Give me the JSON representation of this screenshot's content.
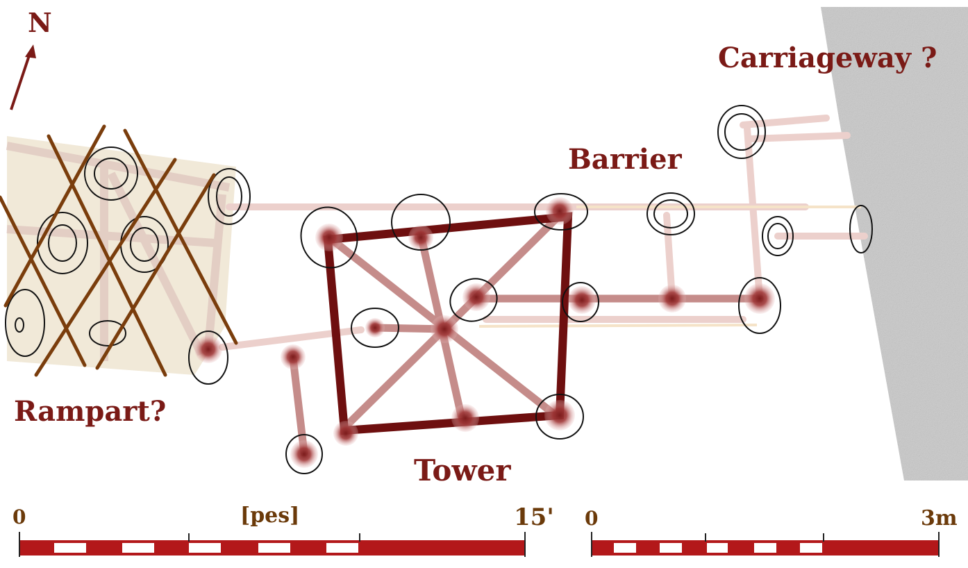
{
  "labels": {
    "north": "N",
    "carriageway": "Carriageway ?",
    "barrier": "Barrier",
    "rampart": "Rampart?",
    "tower": "Tower"
  },
  "scale_feet": {
    "start": "0",
    "unit": "[pes]",
    "end": "15'"
  },
  "scale_metres": {
    "start": "0",
    "end": "3m"
  },
  "colors": {
    "label": "#7a1a16",
    "tower_frame": "#6e0f0f",
    "post_hole": "#a0393a",
    "beam": "#c89a98",
    "rampart_fill": "#f1e9d8",
    "crosshatch": "#7a3d0c",
    "carriageway": "#c9c9c9",
    "scale_dark": "#b3181a",
    "scale_light": "#ffffff"
  }
}
